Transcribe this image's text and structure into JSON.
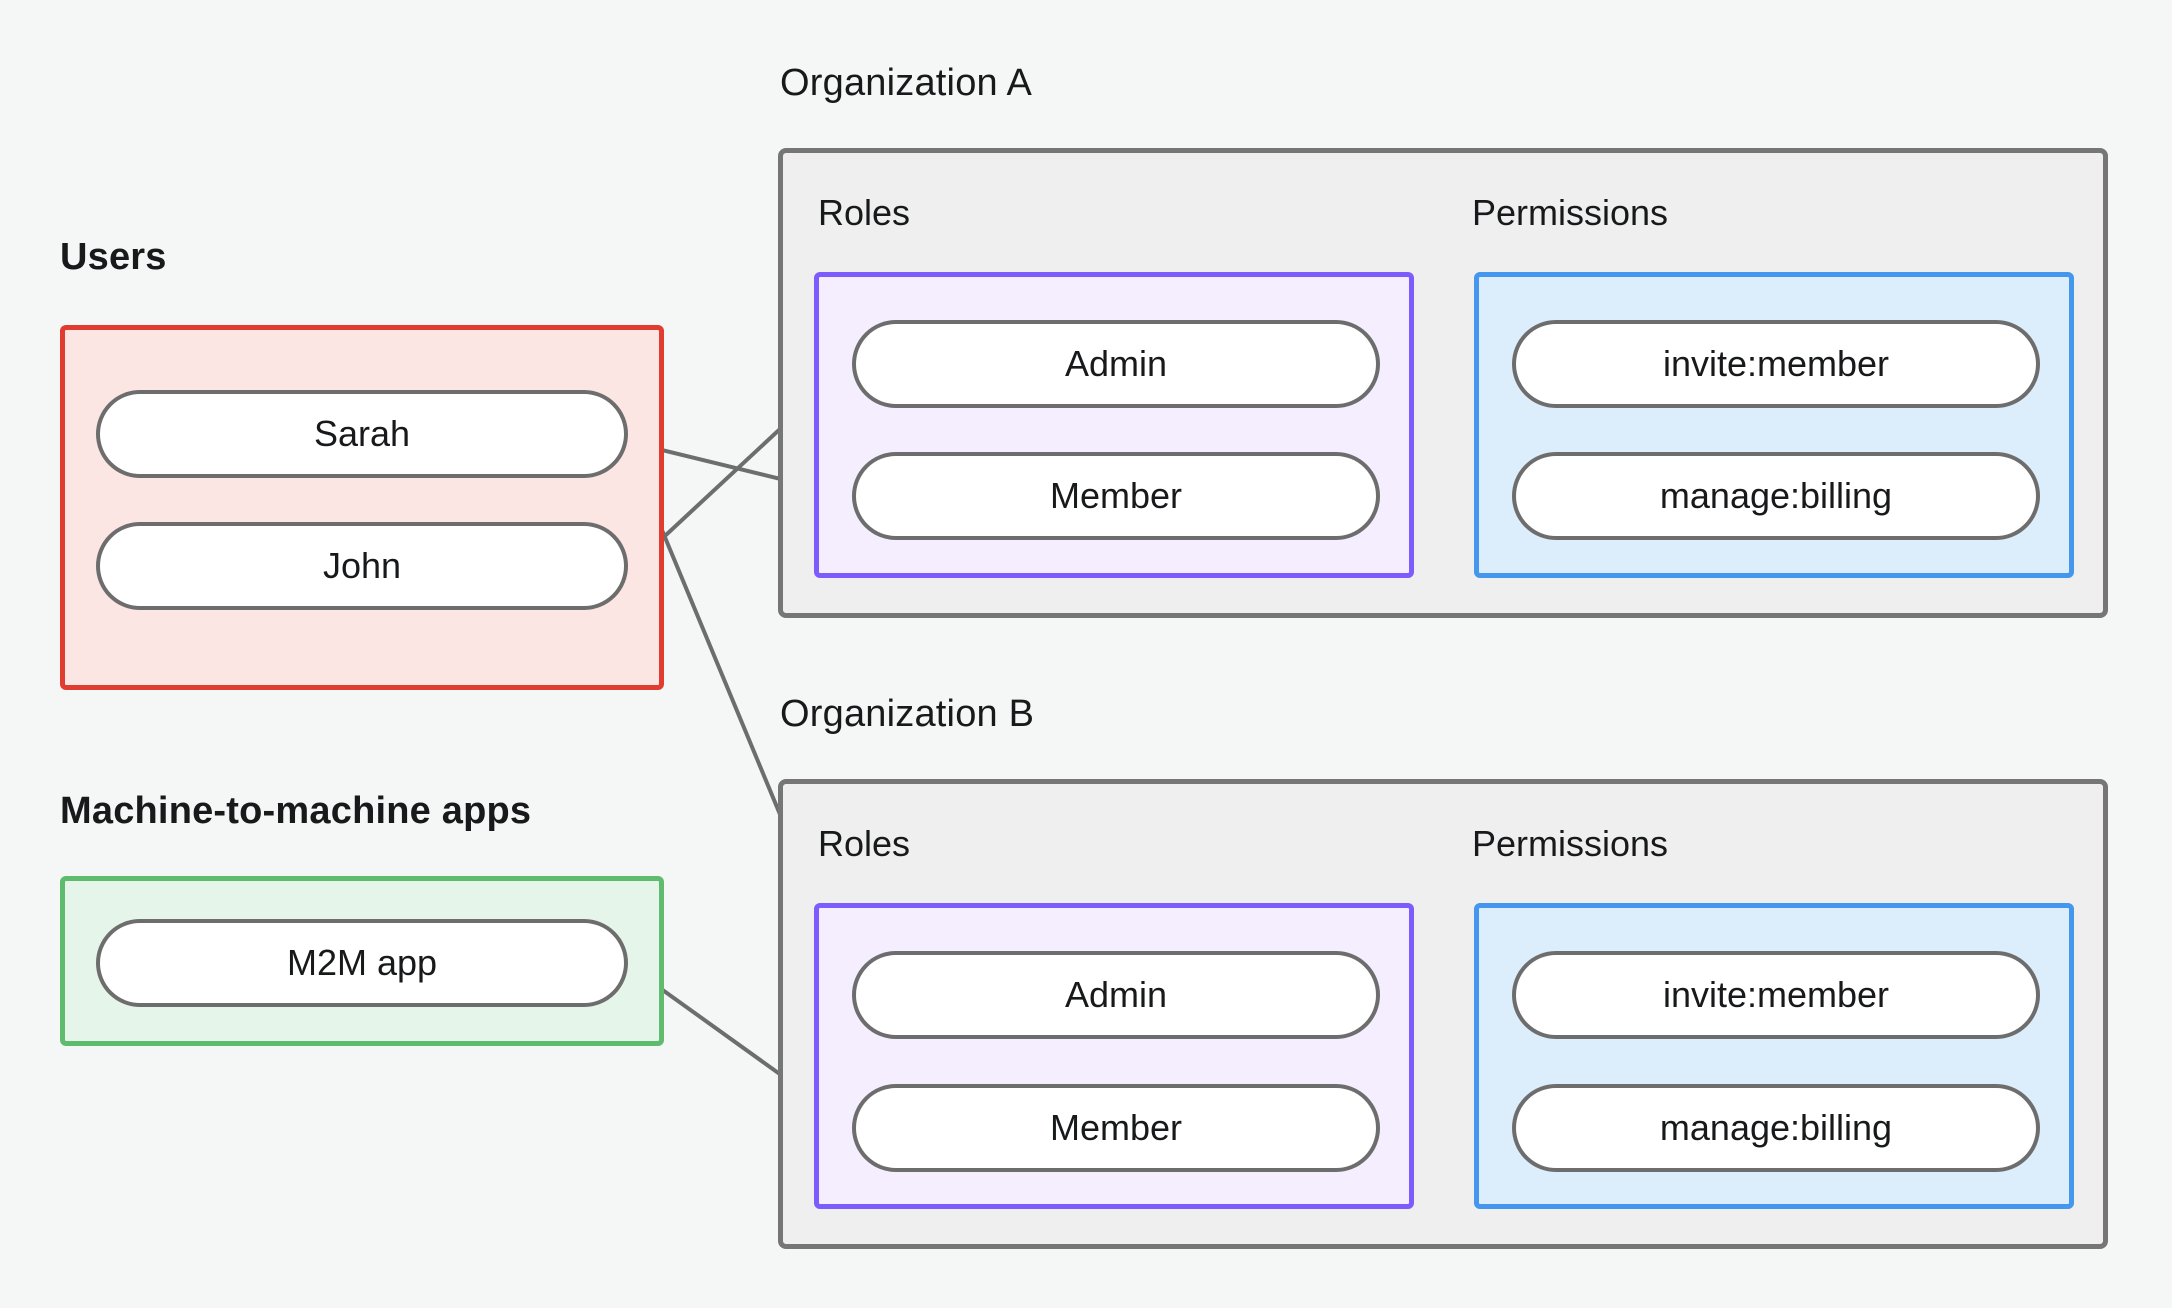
{
  "page": {
    "background": "#F5F7F6",
    "title": "RBAC organizations, roles and permissions diagram"
  },
  "palette": {
    "users_border": "#E13C30",
    "users_fill": "#FCE6E3",
    "m2m_border": "#5FBB6E",
    "m2m_fill": "#E6F5E9",
    "org_border": "#767676",
    "org_fill": "#EFEFEF",
    "roles_border": "#7C5CFC",
    "roles_fill": "#F4EEFE",
    "perms_border": "#4596ED",
    "perms_fill": "#DCEDFB",
    "pill_border": "#6D6D6D",
    "pill_fill": "#FFFFFF",
    "edge": "#6D6D6D",
    "text": "#18191A"
  },
  "left": {
    "users": {
      "label": "Users",
      "items": [
        {
          "label": "Sarah"
        },
        {
          "label": "John"
        }
      ]
    },
    "m2m": {
      "label": "Machine-to-machine apps",
      "items": [
        {
          "label": "M2M app"
        }
      ]
    }
  },
  "organizations": [
    {
      "label": "Organization A",
      "roles": {
        "heading": "Roles",
        "items": [
          {
            "label": "Admin"
          },
          {
            "label": "Member"
          }
        ]
      },
      "permissions": {
        "heading": "Permissions",
        "items": [
          {
            "label": "invite:member"
          },
          {
            "label": "manage:billing"
          }
        ]
      }
    },
    {
      "label": "Organization B",
      "roles": {
        "heading": "Roles",
        "items": [
          {
            "label": "Admin"
          },
          {
            "label": "Member"
          }
        ]
      },
      "permissions": {
        "heading": "Permissions",
        "items": [
          {
            "label": "invite:member"
          },
          {
            "label": "manage:billing"
          }
        ]
      }
    }
  ],
  "edges": [
    {
      "from": "John",
      "to": "orgA.roles.Admin"
    },
    {
      "from": "Sarah",
      "to": "orgA.roles.Member"
    },
    {
      "from": "Sarah",
      "to": "orgB.roles.Admin"
    },
    {
      "from": "M2M app",
      "to": "orgB.roles.Member"
    },
    {
      "from": "orgA.roles.Admin",
      "to": "orgA.permissions.invite:member"
    },
    {
      "from": "orgA.roles.Admin",
      "to": "orgA.permissions.manage:billing"
    },
    {
      "from": "orgA.roles.Member",
      "to": "orgA.permissions.manage:billing"
    },
    {
      "from": "orgB.roles.Admin",
      "to": "orgB.permissions.invite:member"
    },
    {
      "from": "orgB.roles.Admin",
      "to": "orgB.permissions.manage:billing"
    },
    {
      "from": "orgB.roles.Member",
      "to": "orgB.permissions.manage:billing"
    }
  ]
}
